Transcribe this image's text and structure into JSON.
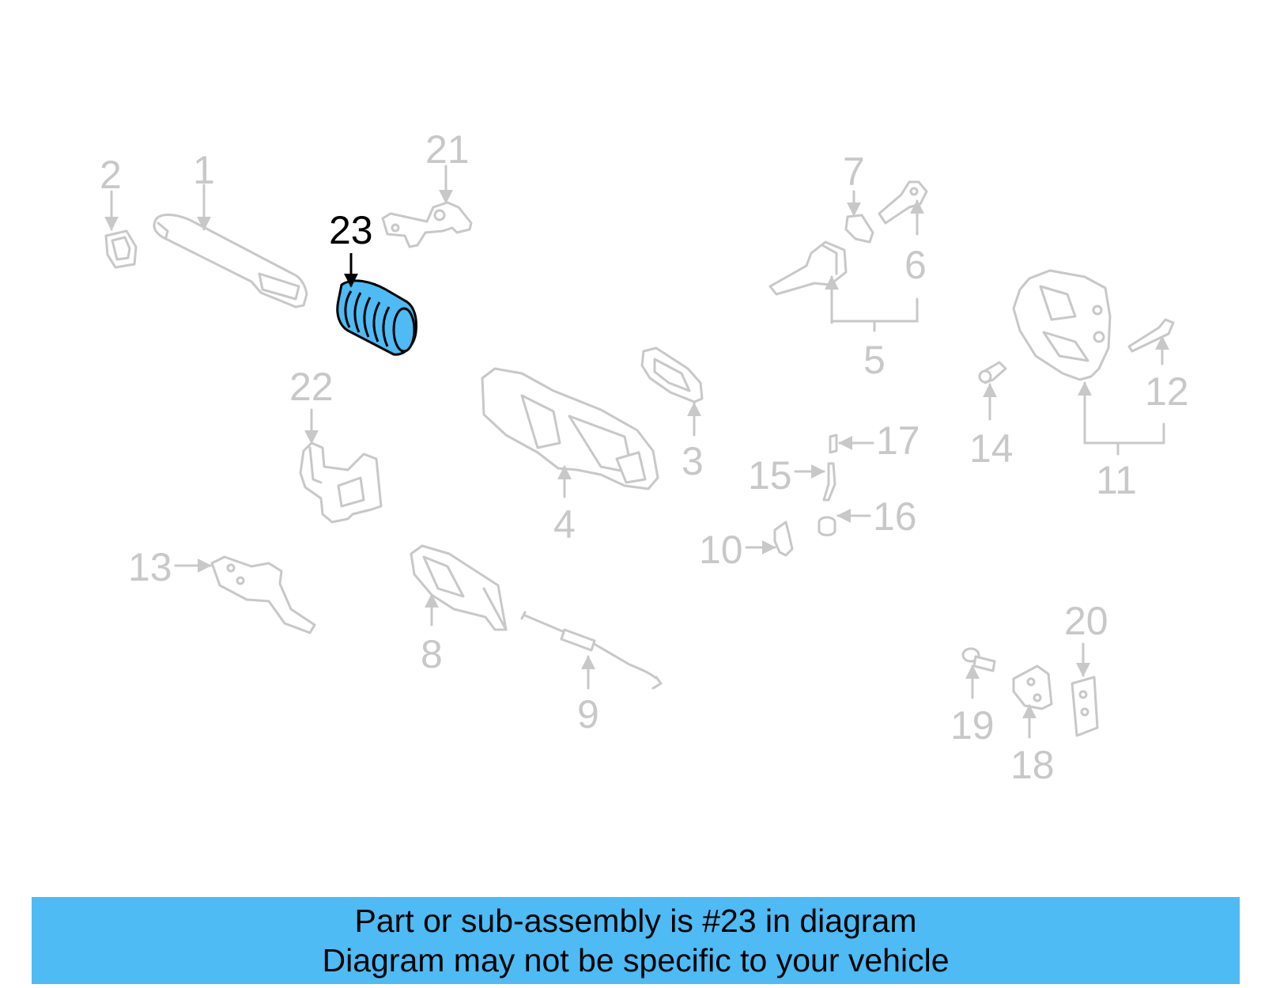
{
  "diagram": {
    "highlight_color": "#4ebbf4",
    "muted_color": "#c8c8c8",
    "selected_callout": "23",
    "callouts": [
      "1",
      "2",
      "3",
      "4",
      "5",
      "6",
      "7",
      "8",
      "9",
      "10",
      "11",
      "12",
      "13",
      "14",
      "15",
      "16",
      "17",
      "18",
      "19",
      "20",
      "21",
      "22",
      "23"
    ]
  },
  "banner": {
    "line1": "Part or sub-assembly is #23 in diagram",
    "line2": "Diagram may not be specific to your vehicle",
    "background": "#4ebbf4"
  }
}
